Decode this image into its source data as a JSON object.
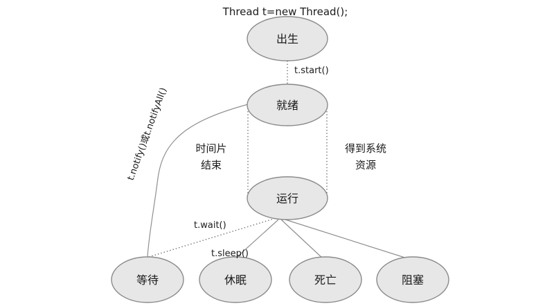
{
  "header": {
    "code": "Thread t=new Thread();"
  },
  "nodes": {
    "born": "出生",
    "ready": "就绪",
    "running": "运行",
    "waiting": "等待",
    "sleeping": "休眠",
    "dead": "死亡",
    "blocked": "阻塞"
  },
  "edges": {
    "start": "t.start()",
    "notify": "t.notify()或t.notifyAll()",
    "timeslice_line1": "时间片",
    "timeslice_line2": "结束",
    "resource_line1": "得到系统",
    "resource_line2": "资源",
    "wait": "t.wait()",
    "sleep": "t.sleep()"
  },
  "colors": {
    "ellipse_fill": "#e7e7e7",
    "ellipse_stroke": "#8a8a8a",
    "line": "#8f8f8f",
    "text": "#1a1a1a"
  }
}
